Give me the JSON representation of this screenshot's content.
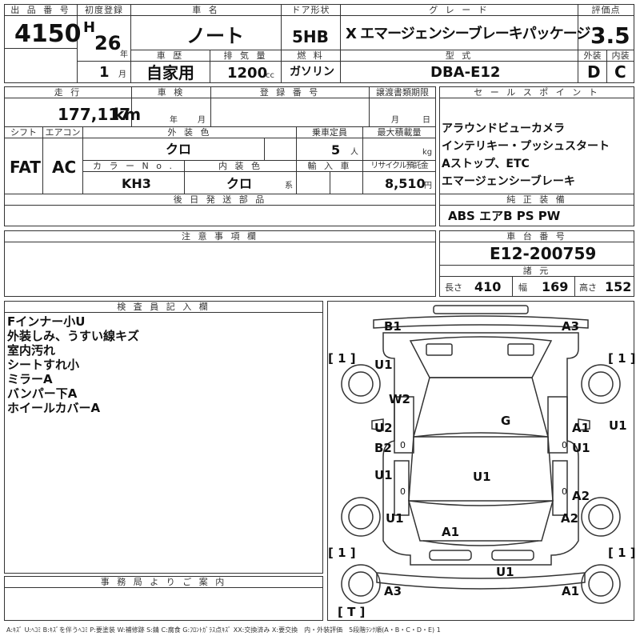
{
  "header": {
    "lot_label": "出 品 番 号",
    "lot_number": "4150",
    "first_reg_label": "初度登録",
    "era": "H",
    "year": "26",
    "year_unit": "年",
    "month": "1",
    "month_unit": "月",
    "car_name_label": "車 名",
    "car_name": "ノート",
    "door_label": "ドア形状",
    "door": "5HB",
    "grade_label": "グ レ ー ド",
    "grade": "X エマージェンシーブレーキパッケージ",
    "score_label": "評価点",
    "score": "3.5",
    "history_label": "車 歴",
    "history": "自家用",
    "displacement_label": "排 気 量",
    "displacement": "1200",
    "displacement_unit": "cc",
    "fuel_label": "燃 料",
    "fuel": "ガソリン",
    "model_label": "型 式",
    "model": "DBA-E12",
    "exterior_label": "外装",
    "exterior": "D",
    "interior_label": "内装",
    "interior": "C"
  },
  "row2": {
    "mileage_label": "走 行",
    "mileage": "177,117",
    "mileage_unit": "km",
    "inspection_label": "車 検",
    "insp_year_unit": "年",
    "insp_month_unit": "月",
    "reg_label": "登 録 番 号",
    "transfer_label": "譲渡書類期限",
    "transfer_month_unit": "月",
    "transfer_day_unit": "日",
    "sales_label": "セ ー ル ス ポ イ ン ト",
    "sales_points": [
      "アラウンドビューカメラ",
      "インテリキー・プッシュスタート",
      "Aストップ、ETC",
      "エマージェンシーブレーキ"
    ]
  },
  "row3": {
    "shift_label": "シフト",
    "shift": "FAT",
    "ac_label": "エアコン",
    "ac": "AC",
    "ext_color_label": "外 装 色",
    "ext_color": "クロ",
    "capacity_label": "乗車定員",
    "capacity": "5",
    "capacity_unit": "人",
    "load_label": "最大積載量",
    "load_unit": "kg",
    "color_no_label": "カ ラ ー N o .",
    "color_no": "KH3",
    "int_color_label": "内 装 色",
    "int_color": "クロ",
    "int_color_unit": "系",
    "import_label": "輸 入 車",
    "recycle_label": "リサイクル預託金",
    "recycle": "8,510",
    "recycle_unit": "円"
  },
  "later_parts_label": "後 日 発 送 部 品",
  "equipment": {
    "label": "純 正 装 備",
    "value": "ABS エアB PS PW"
  },
  "caution_label": "注 意 事 項 欄",
  "chassis": {
    "label": "車 台 番 号",
    "value": "E12-200759"
  },
  "dims": {
    "label": "諸 元",
    "length_label": "長さ",
    "length": "410",
    "width_label": "幅",
    "width": "169",
    "height_label": "高さ",
    "height": "152"
  },
  "inspector": {
    "label": "検 査 員 記 入 欄",
    "notes": [
      "Fインナー小U",
      "外装しみ、うすい線キズ",
      "室内汚れ",
      "シートすれ小",
      "ミラーA",
      "バンパー下A",
      "ホイールカバーA"
    ]
  },
  "office_label": "事 務 局 よ り ご 案 内",
  "diagram": {
    "labels": {
      "b1": "B1",
      "a3_top": "A3",
      "u1_fl": "U1",
      "w2": "W2",
      "g": "G",
      "u2": "U2",
      "b2": "B2",
      "u1_rl": "U1",
      "u1_center": "U1",
      "u1_rrr": "U1",
      "a1_fr": "A1",
      "u1_fr": "U1",
      "u1_far_r": "U1",
      "a2_r": "A2",
      "a2_rr": "A2",
      "a1_rear": "A1",
      "u1_bottom": "U1",
      "a3_bottom": "A3",
      "a1_bottom": "A1",
      "tire_fl": "[ 1 ]",
      "tire_fr": "[ 1 ]",
      "tire_rl": "[ 1 ]",
      "tire_rr": "[ 1 ]",
      "spare": "[ T ]"
    },
    "mark_0_a": "0",
    "mark_0_b": "0",
    "mark_0_c": "0",
    "mark_0_d": "0"
  },
  "legend": "A:ｷｽﾞ U:ﾍｺﾐ B:ｷｽﾞを伴うﾍｺﾐ P:要塗装 W:補修跡 S:錆 C:腐食 G:ﾌﾛﾝﾄｶﾞﾗｽ点ｷｽﾞ XX:交換済み X:要交換　内・外装評価　5段階ﾗﾝｸ順(A・B・C・D・E) 1"
}
